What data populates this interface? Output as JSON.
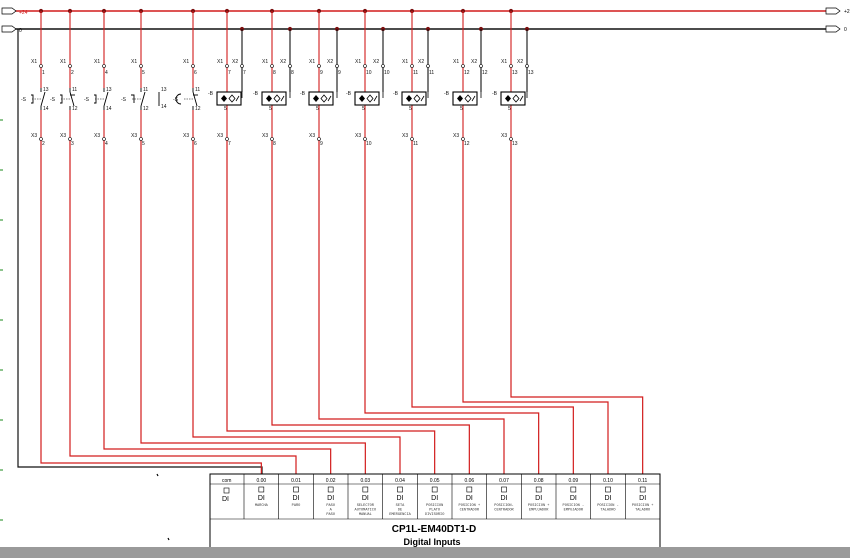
{
  "rails": {
    "top_left": "+24",
    "top_right": "+2",
    "bottom_left": "0",
    "bottom_right": "0"
  },
  "terminal_labels": {
    "x1": "X1",
    "x2": "X2",
    "x3": "X3"
  },
  "plc": {
    "model": "CP1L-EM40DT1-D",
    "subtitle": "Digital Inputs",
    "com_label": "com",
    "channel_type": "DI",
    "channels": [
      {
        "addr": "0.00",
        "desc": [
          "MARCHA"
        ]
      },
      {
        "addr": "0.01",
        "desc": [
          "PARO"
        ]
      },
      {
        "addr": "0.02",
        "desc": [
          "PASO",
          "A",
          "PASO"
        ]
      },
      {
        "addr": "0.03",
        "desc": [
          "SELECTOR",
          "AUTOMATICO",
          "MANUAL"
        ]
      },
      {
        "addr": "0.04",
        "desc": [
          "SETA",
          "DE",
          "EMERGENCIA"
        ]
      },
      {
        "addr": "0.05",
        "desc": [
          "POSICION",
          "PLATO",
          "DIVISORIO"
        ]
      },
      {
        "addr": "0.06",
        "desc": [
          "POSICION +",
          "CENTRADOR"
        ]
      },
      {
        "addr": "0.07",
        "desc": [
          "POSICION-",
          "CENTRADOR"
        ]
      },
      {
        "addr": "0.08",
        "desc": [
          "POSICION +",
          "EMPUJADOR"
        ]
      },
      {
        "addr": "0.09",
        "desc": [
          "POSICION -",
          "EMPUJADOR"
        ]
      },
      {
        "addr": "0.10",
        "desc": [
          "POSICION -",
          "TALADRO"
        ]
      },
      {
        "addr": "0.11",
        "desc": [
          "POSICION +",
          "TALADRO"
        ]
      }
    ]
  },
  "switches": [
    {
      "kind": "pushbutton-no",
      "label": "-S",
      "top_terminal": "13",
      "bottom_terminal": "14",
      "x1": "1",
      "x3": "2"
    },
    {
      "kind": "pushbutton-nc",
      "label": "-S",
      "top_terminal": "11",
      "bottom_terminal": "12",
      "x1": "2",
      "x3": "3"
    },
    {
      "kind": "pushbutton-no",
      "label": "-S",
      "top_terminal": "13",
      "bottom_terminal": "14",
      "x1": "4",
      "x3": "4"
    },
    {
      "kind": "selector",
      "label": "-S",
      "top_terminal": "11",
      "bottom_terminal": "12",
      "extra_top": "13",
      "extra_bottom": "14",
      "x1": "5",
      "x3": "5"
    },
    {
      "kind": "emergency-stop",
      "label": "-S",
      "top_terminal": "11",
      "bottom_terminal": "12",
      "x1": "6",
      "x3": "6"
    }
  ],
  "sensors": [
    {
      "label": "-B",
      "x1": "7",
      "x2": "7",
      "x3": "7"
    },
    {
      "label": "-B",
      "x1": "8",
      "x2": "8",
      "x3": "8"
    },
    {
      "label": "-B",
      "x1": "9",
      "x2": "9",
      "x3": "9"
    },
    {
      "label": "-B",
      "x1": "10",
      "x2": "10",
      "x3": "10"
    },
    {
      "label": "-B",
      "x1": "11",
      "x2": "11",
      "x3": "11"
    },
    {
      "label": "-B",
      "x1": "12",
      "x2": "12",
      "x3": "12"
    },
    {
      "label": "-B",
      "x1": "13",
      "x2": "13",
      "x3": "13"
    }
  ],
  "colors": {
    "power_wire": "#d21c1c",
    "neutral_wire": "#111111",
    "node": "#7a1010",
    "plc_border": "#000000"
  }
}
